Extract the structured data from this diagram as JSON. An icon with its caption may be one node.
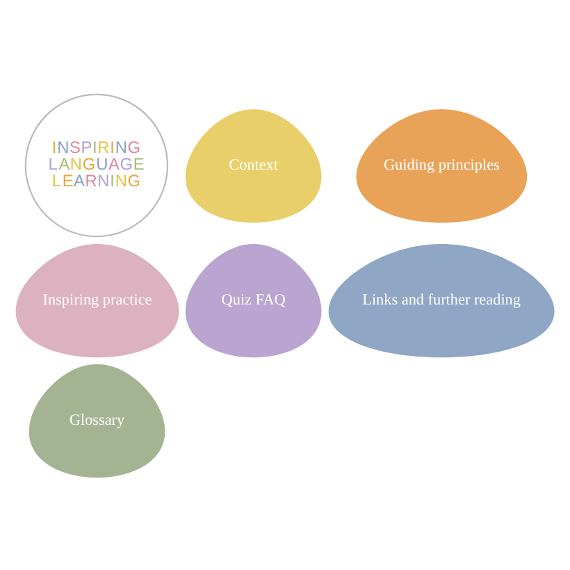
{
  "diagram": {
    "nodes": [
      {
        "text": [
          "INSPIRING LANGUAGE LEARNING"
        ]
      },
      {
        "text": [
          "Context"
        ]
      },
      {
        "text": [
          "Guiding principles"
        ]
      },
      {
        "text": [
          "Inspiring practice"
        ]
      },
      {
        "text": [
          "Quiz FAQ"
        ]
      },
      {
        "text": [
          "Links and further reading"
        ]
      },
      {
        "text": [
          "Glossary"
        ]
      }
    ]
  }
}
